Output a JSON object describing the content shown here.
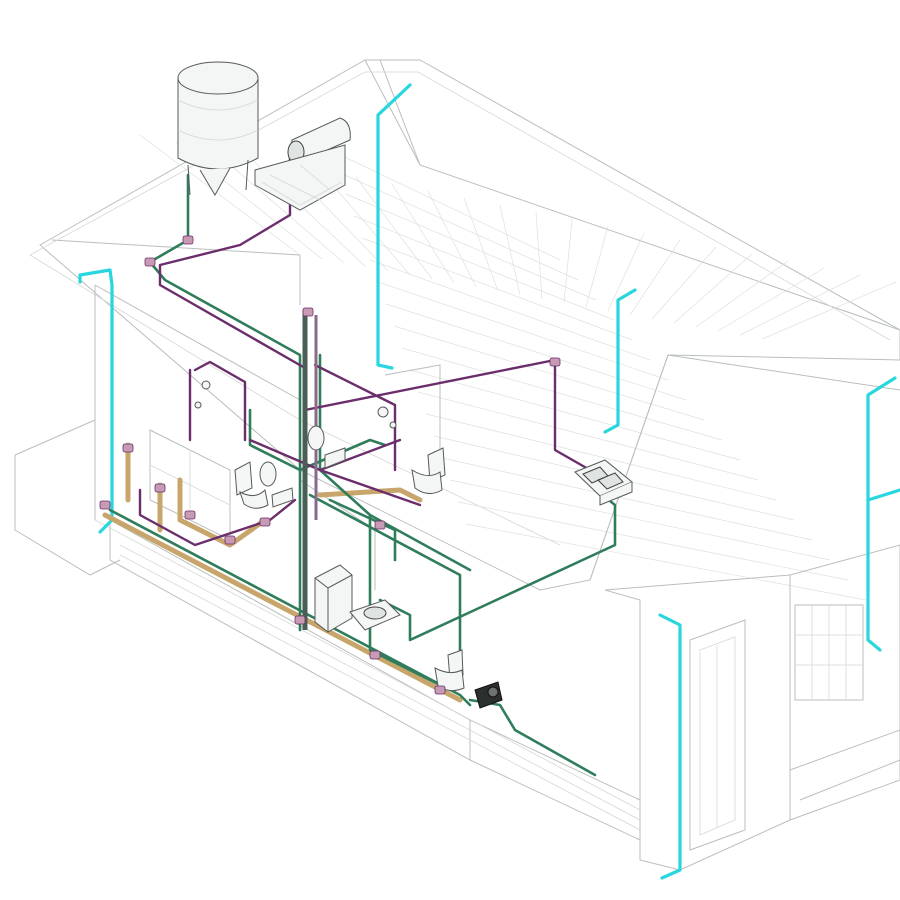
{
  "diagram": {
    "kind": "isometric plumbing layout",
    "colors": {
      "downpipe": "#27d6de",
      "supply": "#2f7d5a",
      "hot_water": "#6b2d6b",
      "drain": "#c8a56a",
      "building": "#b9bfbd",
      "fixture_stroke": "#555b59"
    },
    "components": [
      "water-tank",
      "solar-water-heater",
      "shower-1",
      "shower-2",
      "toilet-1",
      "toilet-2",
      "toilet-3",
      "wash-basin-1",
      "wash-basin-2",
      "kitchen-sink",
      "water-heater-box",
      "floor-drain",
      "water-pump",
      "mirror-1",
      "mirror-2"
    ]
  }
}
